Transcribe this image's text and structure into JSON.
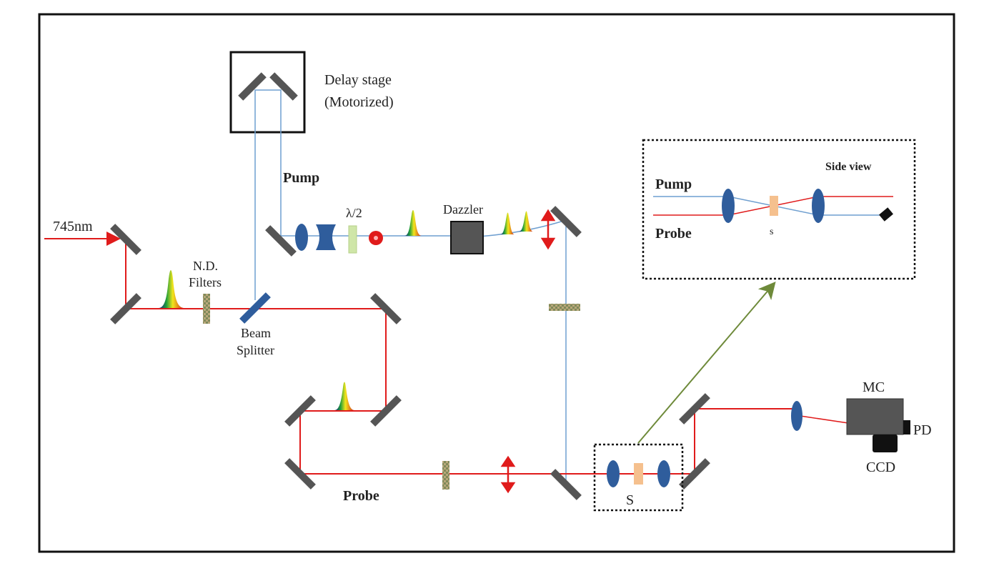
{
  "labels": {
    "delay_stage_line1": "Delay stage",
    "delay_stage_line2": "(Motorized)",
    "pump": "Pump",
    "wavelength": "745nm",
    "nd_line1": "N.D.",
    "nd_line2": "Filters",
    "bs_line1": "Beam",
    "bs_line2": "Splitter",
    "half_wave": "λ/2",
    "dazzler": "Dazzler",
    "probe": "Probe",
    "sample": "S",
    "mc": "MC",
    "pd": "PD",
    "ccd": "CCD"
  },
  "inset": {
    "title": "Side view",
    "pump": "Pump",
    "probe": "Probe",
    "sample": "s"
  },
  "colors": {
    "pump_beam": "#6f9fd0",
    "probe_beam": "#e01b1b",
    "mirror": "#555555",
    "lens": "#2f5d9c",
    "sample": "#f5c08e",
    "filter": "#a89868",
    "inset_arrow": "#6e8a3a"
  }
}
